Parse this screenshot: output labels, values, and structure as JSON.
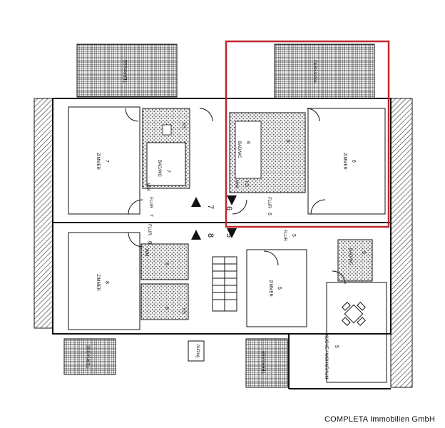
{
  "labels": {
    "zimmer": "ZIMMER",
    "flur": "FLUR",
    "bad_wc": "BAD/WC",
    "terrasse": "TERRASSE",
    "kueche_wohnraum": "KÜCHE / WOHNRAUM",
    "aufzug": "Aufzug",
    "wm": "WM",
    "ks": "KS"
  },
  "units": {
    "u5": "5",
    "u6": "6",
    "u7": "7",
    "u8": "8"
  },
  "highlight": {
    "unit": "6",
    "color": "#c0262d"
  },
  "footer": {
    "credit": "COMPLETA Immobilien GmbH"
  }
}
